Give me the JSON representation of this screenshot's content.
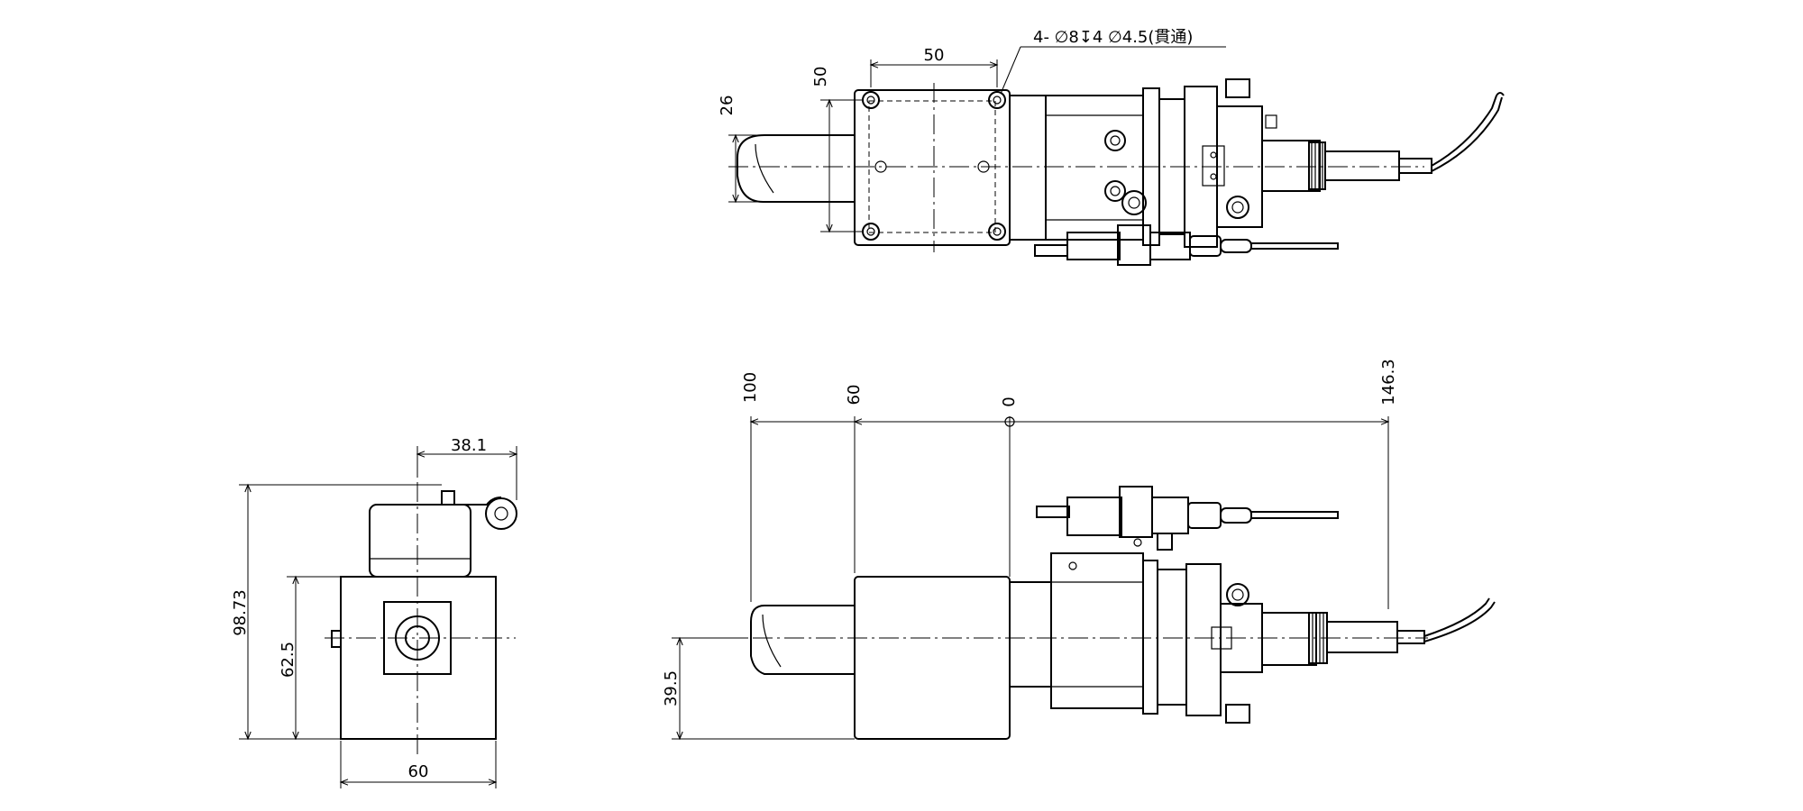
{
  "drawing": {
    "dimensions": {
      "top_width": "50",
      "top_height": "50",
      "top_hole_dist": "26",
      "hole_callout": "4- ∅8↧4 ∅4.5(貫通)",
      "side_width": "38.1",
      "side_total_height": "98.73",
      "side_body_height": "62.5",
      "side_base_width": "60",
      "front_pos_100": "100",
      "front_pos_60": "60",
      "front_pos_0": "0",
      "front_pos_146": "146.3",
      "front_axis_height": "39.5"
    }
  }
}
